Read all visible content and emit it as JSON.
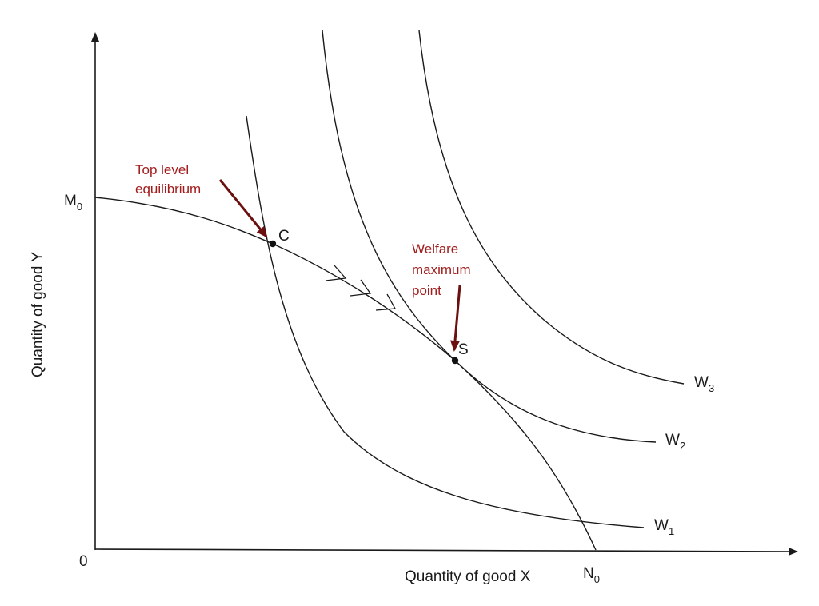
{
  "origin_label": "0",
  "x_axis_label": "Quantity of good X",
  "y_axis_label": "Quantity of good Y",
  "ppf_y_intercept": {
    "main": "M",
    "sub": "0"
  },
  "ppf_x_intercept": {
    "main": "N",
    "sub": "0"
  },
  "welfare_curves": [
    {
      "main": "W",
      "sub": "1"
    },
    {
      "main": "W",
      "sub": "2"
    },
    {
      "main": "W",
      "sub": "3"
    }
  ],
  "points": {
    "c": "C",
    "s": "S"
  },
  "annotations": {
    "top_level": [
      "Top level",
      "equilibrium"
    ],
    "welfare_max": [
      "Welfare",
      "maximum",
      "point"
    ]
  },
  "colors": {
    "annotation": "#a31d1d",
    "line": "#1a1a1a"
  }
}
